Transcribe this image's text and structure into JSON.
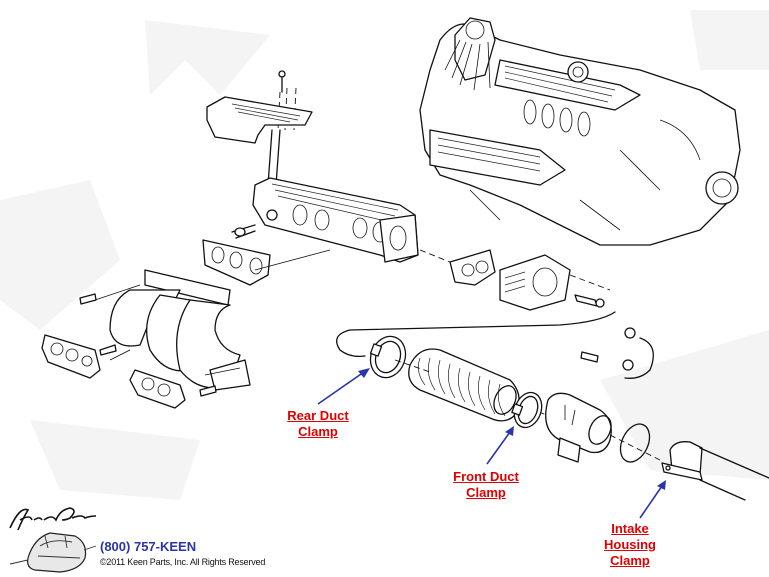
{
  "diagram": {
    "title": "Intake / Exhaust Manifold & Air Duct Assembly",
    "callouts": [
      {
        "id": "rear-duct-clamp",
        "lines": [
          "Rear Duct",
          "Clamp"
        ],
        "color": "#e00000",
        "arrow_color": "#2b35a8"
      },
      {
        "id": "front-duct-clamp",
        "lines": [
          "Front Duct",
          "Clamp"
        ],
        "color": "#e00000",
        "arrow_color": "#2b35a8"
      },
      {
        "id": "intake-housing-clamp",
        "lines": [
          "Intake",
          "Housing",
          "Clamp"
        ],
        "color": "#e00000",
        "arrow_color": "#2b35a8"
      }
    ]
  },
  "branding": {
    "logo_text": "Keen-Parts",
    "phone": "(800) 757-KEEN",
    "copyright": "©2011 Keen Parts, Inc. All Rights Reserved",
    "phone_color": "#2b35a8"
  }
}
